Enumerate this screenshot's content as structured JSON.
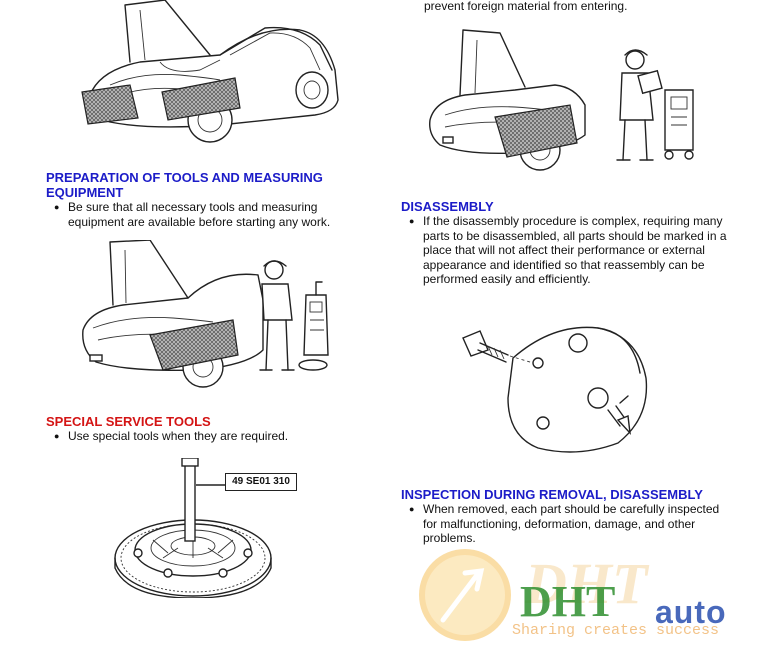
{
  "top_right_text": "prevent foreign material from entering.",
  "sections": {
    "tools": {
      "heading": "PREPARATION OF TOOLS AND MEASURING EQUIPMENT",
      "bullet": "Be sure that all necessary tools and measuring equipment are available before starting any work."
    },
    "special": {
      "heading": "SPECIAL SERVICE TOOLS",
      "bullet": "Use special tools when they are required."
    },
    "disassembly": {
      "heading": "DISASSEMBLY",
      "bullet": "If the disassembly procedure is complex, requiring many parts to be disassembled, all parts should be marked in a place that will not affect their performance or external appearance and identified so that reassembly can be performed easily and efficiently."
    },
    "inspection": {
      "heading": "INSPECTION DURING REMOVAL, DISASSEMBLY",
      "bullet": "When removed, each part should be carefully inspected for malfunctioning, deformation, damage, and other problems."
    }
  },
  "tool_label": "49 SE01 310",
  "watermark": {
    "brand_left": "DHT",
    "brand_right": "auto",
    "slogan": "Sharing creates success"
  },
  "colors": {
    "heading_blue": "#1c1cc8",
    "heading_red": "#d41414",
    "watermark_orange": "#f5a623",
    "watermark_green": "#2f8f2f",
    "watermark_blue": "#2a4fb0"
  }
}
